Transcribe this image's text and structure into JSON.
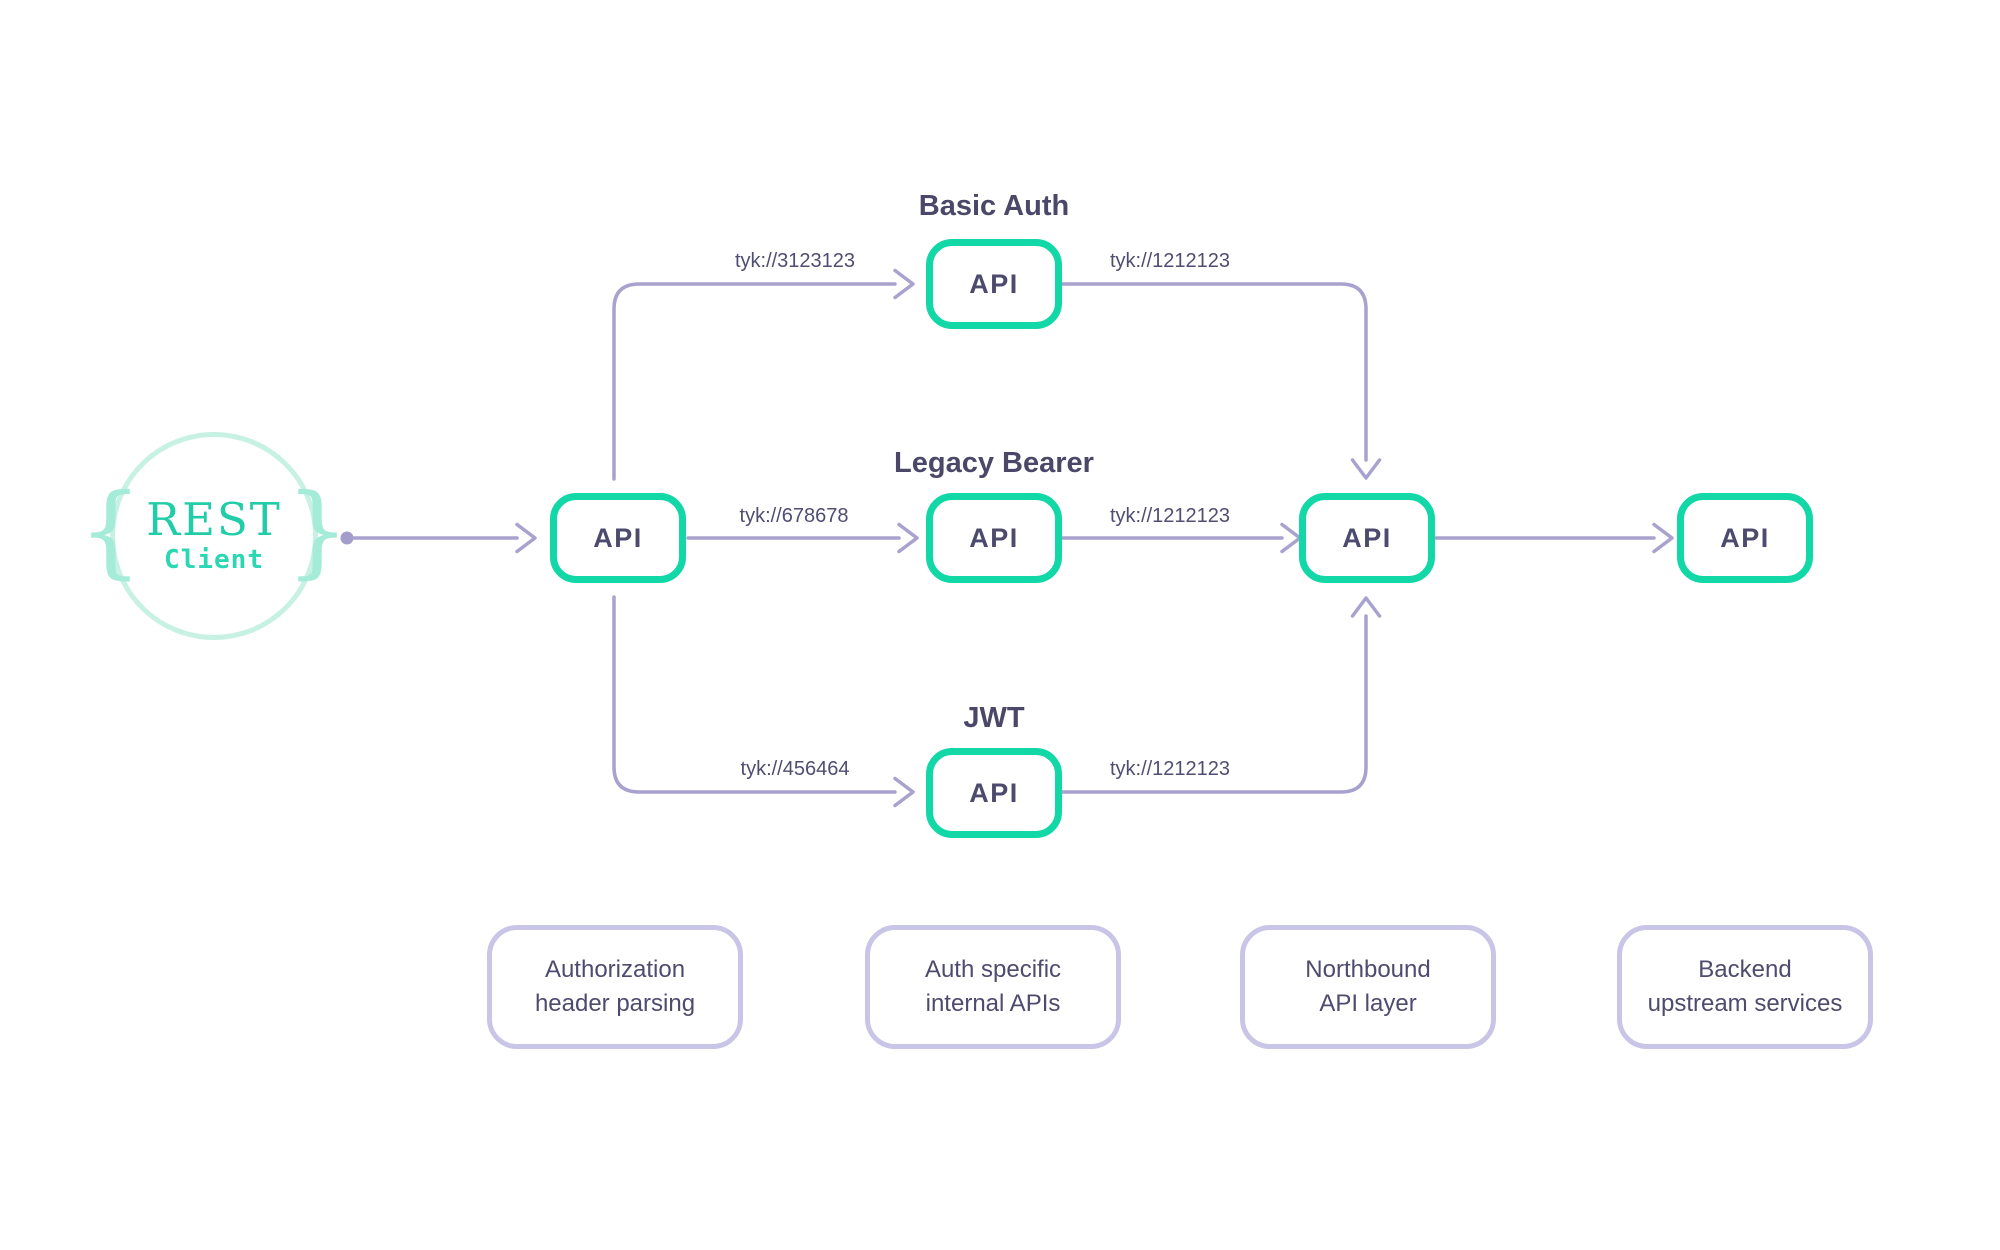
{
  "diagram": {
    "client": {
      "brace_open": "{",
      "brace_close": "}",
      "title": "REST",
      "subtitle": "Client"
    },
    "nodes": {
      "gateway": {
        "label": "API"
      },
      "basic": {
        "label": "API",
        "title": "Basic Auth"
      },
      "legacy": {
        "label": "API",
        "title": "Legacy Bearer"
      },
      "jwt": {
        "label": "API",
        "title": "JWT"
      },
      "northbound": {
        "label": "API"
      },
      "backend": {
        "label": "API"
      }
    },
    "edges": {
      "gateway_basic": {
        "label": "tyk://3123123"
      },
      "gateway_legacy": {
        "label": "tyk://678678"
      },
      "gateway_jwt": {
        "label": "tyk://456464"
      },
      "basic_northbound": {
        "label": "tyk://1212123"
      },
      "legacy_northbound": {
        "label": "tyk://1212123"
      },
      "jwt_northbound": {
        "label": "tyk://1212123"
      }
    },
    "footnotes": [
      {
        "line1": "Authorization",
        "line2": "header parsing"
      },
      {
        "line1": "Auth specific",
        "line2": "internal APIs"
      },
      {
        "line1": "Northbound",
        "line2": "API layer"
      },
      {
        "line1": "Backend",
        "line2": "upstream services"
      }
    ],
    "colors": {
      "node_border_teal": "#12D7A6",
      "text_slate": "#4C4A6D",
      "connector_lavender": "#A8A2CF",
      "footnote_border_lavender": "#C9C5E7",
      "client_ring_mint": "#C7F1E3",
      "client_brace_mint": "#A4ECD7",
      "client_text_teal": "#21CDA8"
    }
  }
}
